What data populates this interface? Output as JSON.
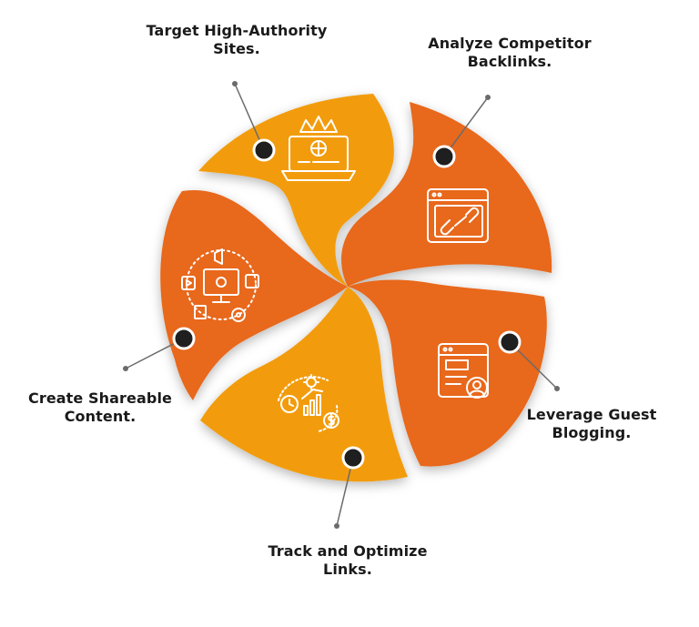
{
  "colors": {
    "light_orange": "#F29C0E",
    "dark_orange": "#E8671A",
    "icon_stroke": "#ffffff",
    "marker": "#1f1f1f",
    "leader": "#6b6b6b"
  },
  "segments": [
    {
      "id": "target",
      "label_lines": [
        "Target High-Authority",
        "Sites."
      ],
      "icon": "laptop-globe-crown-icon",
      "tone": "light"
    },
    {
      "id": "analyze",
      "label_lines": [
        "Analyze Competitor",
        "Backlinks."
      ],
      "icon": "browser-link-icon",
      "tone": "dark"
    },
    {
      "id": "leverage",
      "label_lines": [
        "Leverage Guest",
        "Blogging."
      ],
      "icon": "browser-user-icon",
      "tone": "dark"
    },
    {
      "id": "track",
      "label_lines": [
        "Track and Optimize",
        "Links."
      ],
      "icon": "clock-chart-dollar-icon",
      "tone": "light"
    },
    {
      "id": "create",
      "label_lines": [
        "Create Shareable",
        "Content."
      ],
      "icon": "monitor-marketing-icon",
      "tone": "dark"
    }
  ]
}
